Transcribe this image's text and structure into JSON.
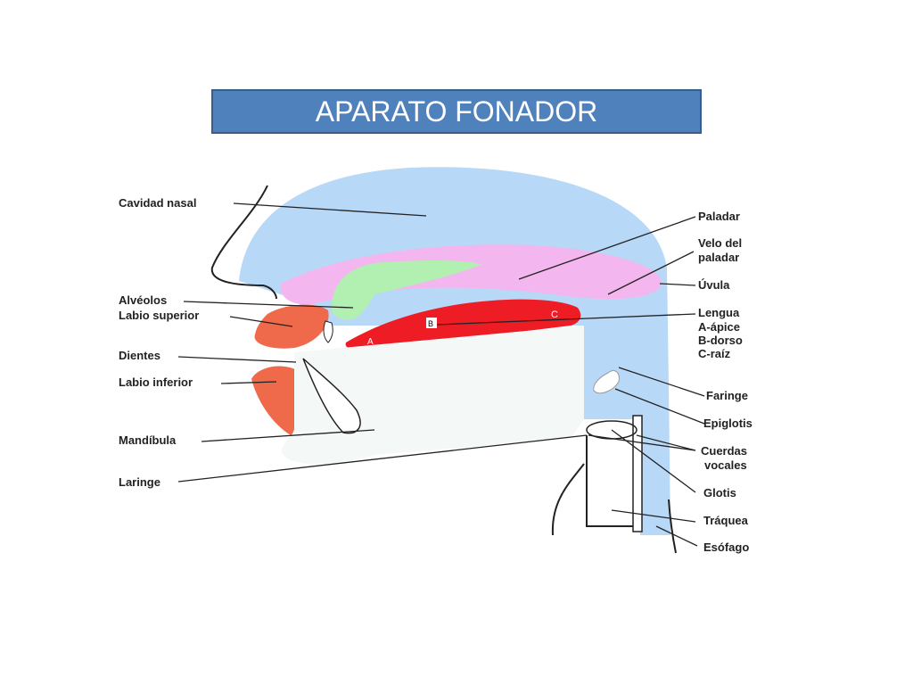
{
  "title": "APARATO FONADOR",
  "labels": {
    "cavidad_nasal": "Cavidad nasal",
    "alveolos": "Alvéolos",
    "labio_superior": "Labio superior",
    "dientes": "Dientes",
    "labio_inferior": "Labio inferior",
    "mandibula": "Mandíbula",
    "laringe": "Laringe",
    "paladar": "Paladar",
    "velo_1": "Velo del",
    "velo_2": "paladar",
    "uvula": "Úvula",
    "lengua": "Lengua",
    "lengua_a": "A-ápice",
    "lengua_b": "B-dorso",
    "lengua_c": "C-raíz",
    "faringe": "Faringe",
    "epiglotis": "Epiglotis",
    "cuerdas_1": "Cuerdas",
    "cuerdas_2": "vocales",
    "glotis": "Glotis",
    "traquea": "Tráquea",
    "esofago": "Esófago"
  },
  "tongue_marks": {
    "a": "A",
    "b": "B",
    "c": "C"
  },
  "colors": {
    "title_bg": "#4f81bd",
    "cavity": "#b8d8f8",
    "palate": "#f4b6ee",
    "alveolar": "#b2f0b2",
    "tongue": "#ee1c24",
    "lips": "#ee6a4a",
    "jaw": "#f4f8f6"
  }
}
